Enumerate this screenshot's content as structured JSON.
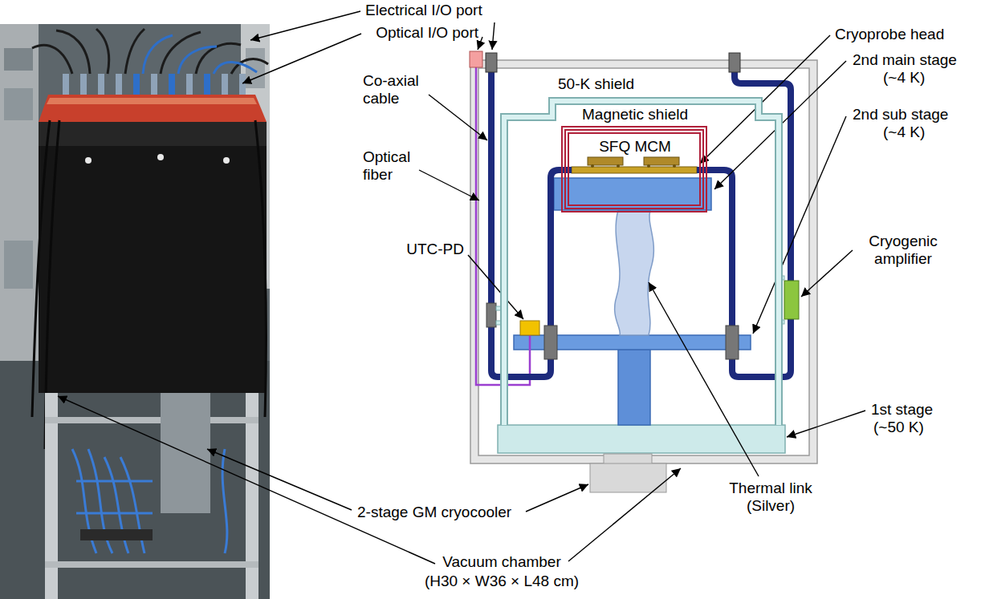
{
  "diagram": {
    "nodes": [
      {
        "text": [
          "50-K shield"
        ]
      },
      {
        "text": [
          "Magnetic shield",
          "SFQ MCM"
        ],
        "in": 0
      }
    ],
    "labels": [
      "Electrical I/O port",
      "Optical I/O port",
      "Co-axial cable",
      "Optical fiber",
      "UTC-PD",
      "Cryoprobe head",
      "2nd main stage",
      "(~4 K)",
      "2nd sub stage",
      "(~4 K)",
      "Cryogenic amplifier",
      "1st stage",
      "(~50 K)",
      "Thermal link",
      "(Silver)",
      "2-stage GM cryocooler",
      "Vacuum chamber",
      "(H30 × W36 × L48 cm)"
    ]
  }
}
